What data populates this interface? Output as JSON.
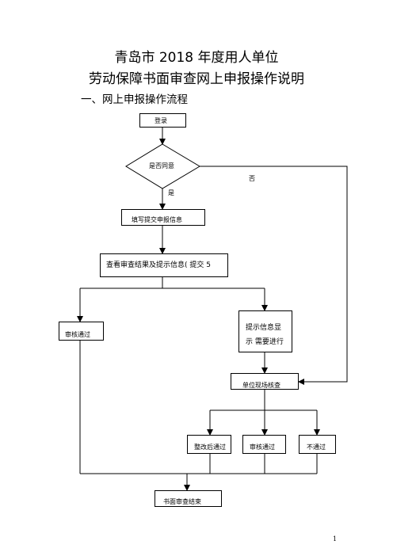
{
  "document": {
    "title_line1": "青岛市 2018 年度用人单位",
    "title_line2": "劳动保障书面审查网上申报操作说明",
    "section_heading": "一、网上申报操作流程",
    "page_number": "1"
  },
  "flowchart": {
    "nodes": {
      "login": "登录",
      "agree": "是否同意",
      "fill": "填写提交申报信息",
      "view": "查看审查结果及提示信息( 提交 5",
      "online_pass": "审核通过",
      "prompt_line1": "提示信息显",
      "prompt_line2": "示   需要进行",
      "onsite": "单位现场核查",
      "rectify_pass": "整改后通过",
      "review_pass": "审核通过",
      "fail": "不通过",
      "finish": "书面审查结束"
    },
    "edge_labels": {
      "no": "否",
      "yes": "是"
    }
  }
}
